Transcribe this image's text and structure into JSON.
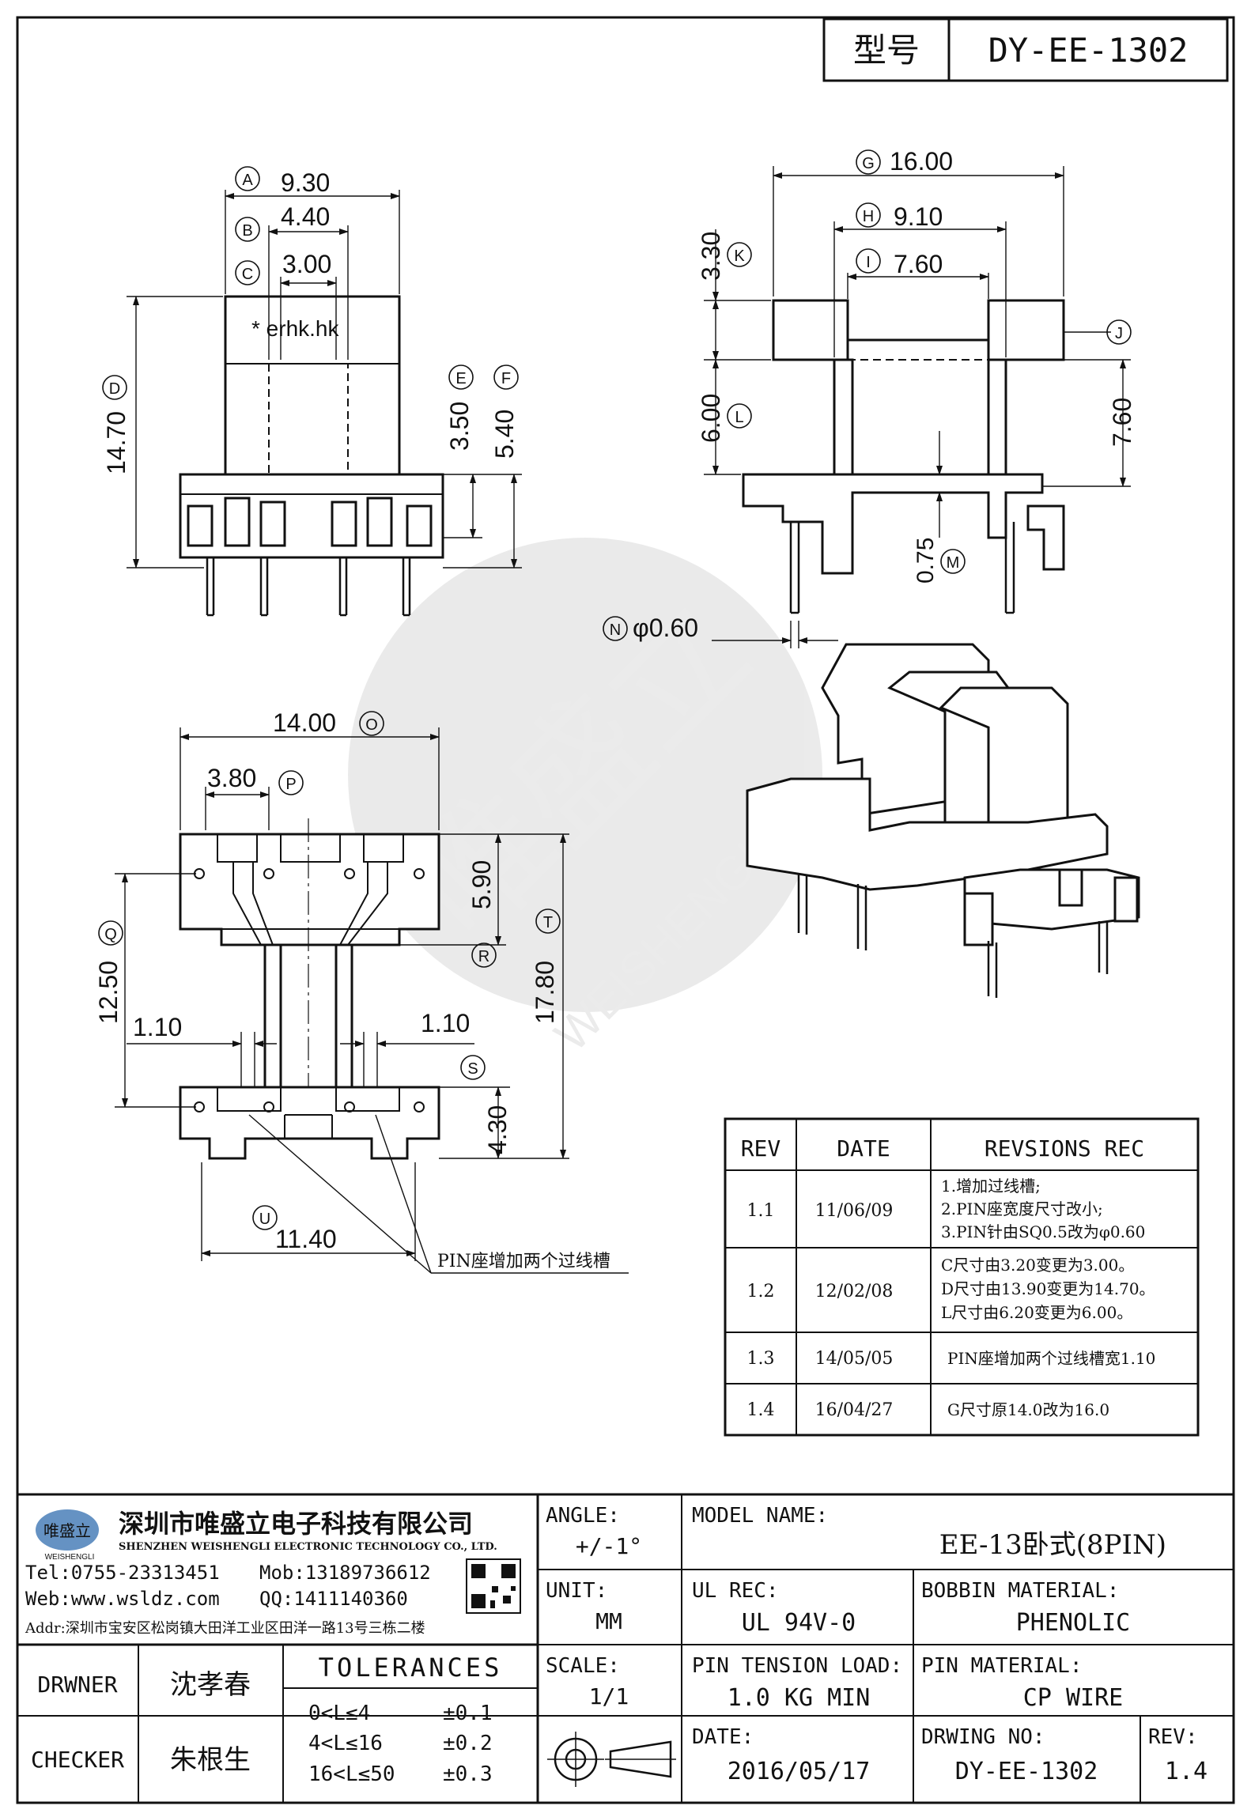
{
  "model_box": {
    "label": "型号",
    "value": "DY-EE-1302"
  },
  "watermark": {
    "cn": "唯盛立",
    "en": "WEISHENGLI"
  },
  "front_view": {
    "dims": [
      {
        "tag": "A",
        "value": "9.30"
      },
      {
        "tag": "B",
        "value": "4.40"
      },
      {
        "tag": "C",
        "value": "3.00"
      },
      {
        "tag": "D",
        "value": "14.70"
      },
      {
        "tag": "E",
        "value": "3.50"
      },
      {
        "tag": "F",
        "value": "5.40"
      }
    ],
    "marking": "* erhk.hk"
  },
  "side_view": {
    "dims": [
      {
        "tag": "G",
        "value": "16.00"
      },
      {
        "tag": "H",
        "value": "9.10"
      },
      {
        "tag": "I",
        "value": "7.60"
      },
      {
        "tag": "J",
        "value": ""
      },
      {
        "tag": "K",
        "value": "3.30"
      },
      {
        "tag": "L",
        "value": "6.00"
      },
      {
        "tag": "7.60",
        "value": "7.60"
      },
      {
        "tag": "M",
        "value": "0.75"
      },
      {
        "tag": "N",
        "value": "φ0.60"
      }
    ]
  },
  "top_view": {
    "dims": [
      {
        "tag": "O",
        "value": "14.00"
      },
      {
        "tag": "P",
        "value": "3.80"
      },
      {
        "tag": "Q",
        "value": "12.50"
      },
      {
        "tag": "R",
        "value": "5.90"
      },
      {
        "tag": "T",
        "value": "17.80"
      },
      {
        "tag": "S",
        "value": "1.10"
      },
      {
        "tag": "left",
        "value": "1.10"
      },
      {
        "tag": "4.30",
        "value": "4.30"
      },
      {
        "tag": "U",
        "value": "11.40"
      }
    ],
    "note": "PIN座增加两个过线槽"
  },
  "revision_table": {
    "headers": [
      "REV",
      "DATE",
      "REVSIONS REC"
    ],
    "rows": [
      {
        "rev": "1.1",
        "date": "11/06/09",
        "lines": [
          "1.增加过线槽;",
          "2.PIN座宽度尺寸改小;",
          "3.PIN针由SQ0.5改为φ0.60"
        ]
      },
      {
        "rev": "1.2",
        "date": "12/02/08",
        "lines": [
          "C尺寸由3.20变更为3.00。",
          "D尺寸由13.90变更为14.70。",
          "L尺寸由6.20变更为6.00。"
        ]
      },
      {
        "rev": "1.3",
        "date": "14/05/05",
        "lines": [
          "PIN座增加两个过线槽宽1.10"
        ]
      },
      {
        "rev": "1.4",
        "date": "16/04/27",
        "lines": [
          "G尺寸原14.0改为16.0"
        ]
      }
    ]
  },
  "title_block": {
    "company_cn": "深圳市唯盛立电子科技有限公司",
    "company_en": "SHENZHEN WEISHENGLI ELECTRONIC TECHNOLOGY CO., LTD.",
    "logo_text": "唯盛立",
    "logo_sub": "WEISHENGLI",
    "tel": "Tel:0755-23313451",
    "mob": "Mob:13189736612",
    "web": "Web:www.wsldz.com",
    "qq": "QQ:1411140360",
    "addr": "Addr:深圳市宝安区松岗镇大田洋工业区田洋一路13号三栋二楼",
    "angle_label": "ANGLE:",
    "angle_value": "+/-1°",
    "model_label": "MODEL NAME:",
    "model_value": "EE-13卧式(8PIN)",
    "unit_label": "UNIT:",
    "unit_value": "MM",
    "ul_label": "UL REC:",
    "ul_value": "UL 94V-0",
    "bobbin_label": "BOBBIN MATERIAL:",
    "bobbin_value": "PHENOLIC",
    "scale_label": "SCALE:",
    "scale_value": "1/1",
    "tension_label": "PIN TENSION LOAD:",
    "tension_value": "1.0 KG MIN",
    "pinmat_label": "PIN MATERIAL:",
    "pinmat_value": "CP WIRE",
    "drawer_label": "DRWNER",
    "drawer_name": "沈孝春",
    "checker_label": "CHECKER",
    "checker_name": "朱根生",
    "tol_title": "TOLERANCES",
    "tol_rows": [
      {
        "range": "0<L≤4",
        "tol": "±0.1"
      },
      {
        "range": "4<L≤16",
        "tol": "±0.2"
      },
      {
        "range": "16<L≤50",
        "tol": "±0.3"
      }
    ],
    "date_label": "DATE:",
    "date_value": "2016/05/17",
    "dwg_label": "DRWING NO:",
    "dwg_value": "DY-EE-1302",
    "rev_label": "REV:",
    "rev_value": "1.4"
  }
}
